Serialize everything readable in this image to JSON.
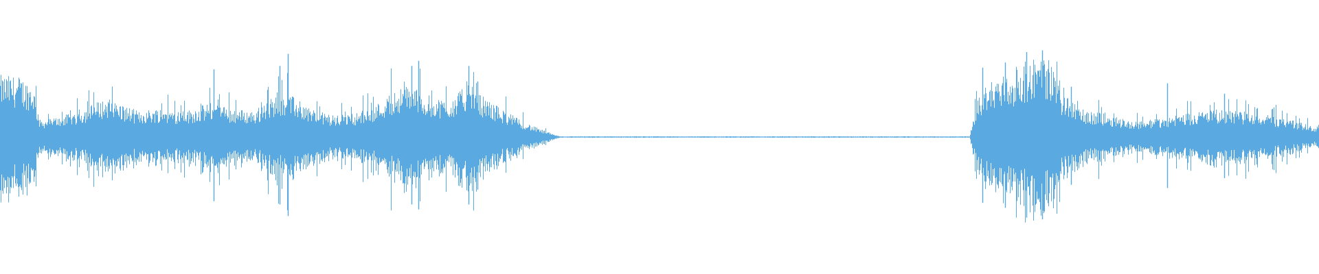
{
  "waveform": {
    "color": "#5aa9e0",
    "background": "#ffffff",
    "amplitude_envelope": [
      [
        0.0,
        0.72
      ],
      [
        0.015,
        0.7
      ],
      [
        0.025,
        0.6
      ],
      [
        0.03,
        0.2
      ],
      [
        0.04,
        0.22
      ],
      [
        0.06,
        0.3
      ],
      [
        0.075,
        0.42
      ],
      [
        0.082,
        0.45
      ],
      [
        0.095,
        0.36
      ],
      [
        0.105,
        0.3
      ],
      [
        0.12,
        0.34
      ],
      [
        0.14,
        0.3
      ],
      [
        0.16,
        0.4
      ],
      [
        0.175,
        0.33
      ],
      [
        0.195,
        0.3
      ],
      [
        0.205,
        0.45
      ],
      [
        0.215,
        0.52
      ],
      [
        0.225,
        0.44
      ],
      [
        0.24,
        0.3
      ],
      [
        0.255,
        0.25
      ],
      [
        0.27,
        0.28
      ],
      [
        0.285,
        0.38
      ],
      [
        0.3,
        0.55
      ],
      [
        0.312,
        0.62
      ],
      [
        0.32,
        0.5
      ],
      [
        0.34,
        0.42
      ],
      [
        0.355,
        0.62
      ],
      [
        0.365,
        0.48
      ],
      [
        0.378,
        0.35
      ],
      [
        0.392,
        0.22
      ],
      [
        0.405,
        0.12
      ],
      [
        0.418,
        0.04
      ],
      [
        0.425,
        0.008
      ],
      [
        0.735,
        0.008
      ],
      [
        0.74,
        0.4
      ],
      [
        0.748,
        0.62
      ],
      [
        0.76,
        0.72
      ],
      [
        0.772,
        0.68
      ],
      [
        0.785,
        0.95
      ],
      [
        0.795,
        0.9
      ],
      [
        0.805,
        0.5
      ],
      [
        0.82,
        0.32
      ],
      [
        0.84,
        0.26
      ],
      [
        0.86,
        0.18
      ],
      [
        0.88,
        0.22
      ],
      [
        0.9,
        0.28
      ],
      [
        0.92,
        0.32
      ],
      [
        0.94,
        0.3
      ],
      [
        0.96,
        0.26
      ],
      [
        0.98,
        0.2
      ],
      [
        1.0,
        0.1
      ]
    ],
    "peaks": [
      [
        0.162,
        0.78
      ],
      [
        0.212,
        0.82
      ],
      [
        0.218,
        0.96
      ],
      [
        0.312,
        0.82
      ],
      [
        0.317,
        0.88
      ],
      [
        0.355,
        0.82
      ],
      [
        0.362,
        0.64
      ],
      [
        0.745,
        0.8
      ],
      [
        0.762,
        0.86
      ],
      [
        0.778,
        0.98
      ],
      [
        0.79,
        1.0
      ],
      [
        0.812,
        0.58
      ],
      [
        0.885,
        0.62
      ],
      [
        0.928,
        0.5
      ]
    ]
  }
}
